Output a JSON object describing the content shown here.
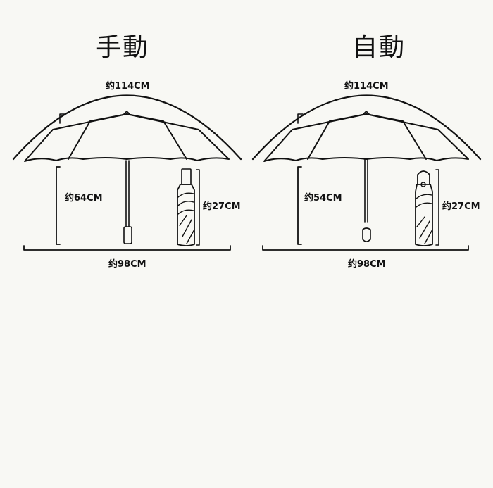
{
  "panels": [
    {
      "title": "手動",
      "span_label": "约114CM",
      "height_label": "约64CM",
      "folded_label": "约27CM",
      "width_label": "约98CM"
    },
    {
      "title": "自動",
      "span_label": "约114CM",
      "height_label": "约54CM",
      "folded_label": "约27CM",
      "width_label": "约98CM"
    }
  ],
  "colors": {
    "background": "#f8f8f4",
    "line": "#111111"
  }
}
